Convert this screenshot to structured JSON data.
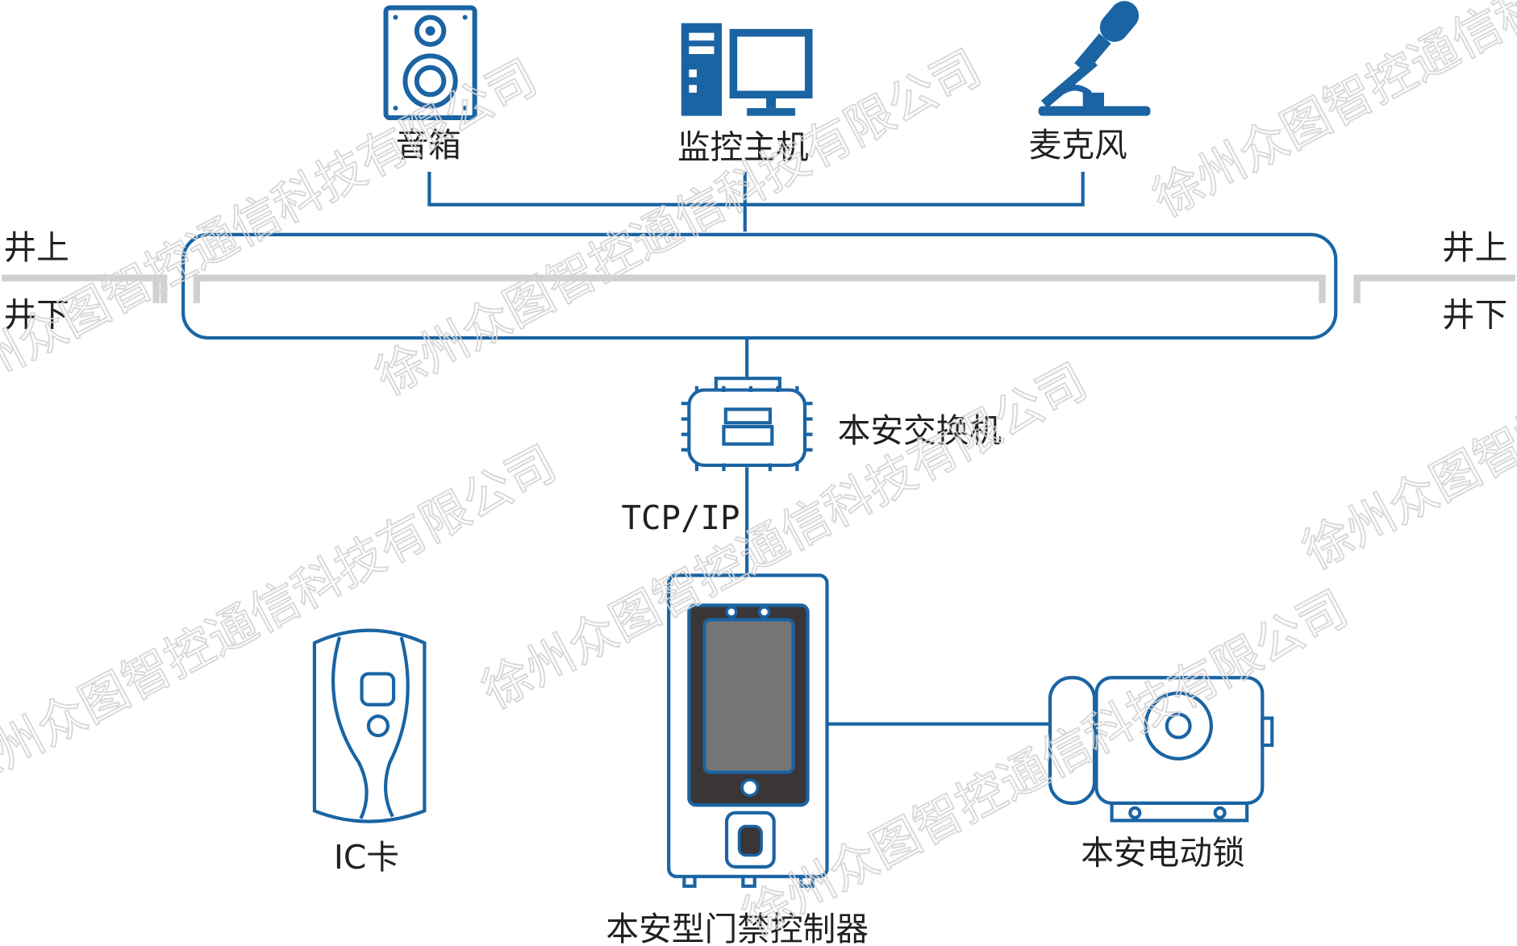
{
  "colors": {
    "line": "#1a64a3",
    "icon_fill": "#1a64a3",
    "screen": "#767676",
    "bezel": "#3a3536",
    "divider": "#d0d0d0",
    "text": "#231f20"
  },
  "devices": {
    "speaker": {
      "label": "音箱",
      "icon": "speaker-icon"
    },
    "monitor_host": {
      "label": "监控主机",
      "icon": "desktop-computer-icon"
    },
    "microphone": {
      "label": "麦克风",
      "icon": "microphone-icon"
    },
    "switch": {
      "label": "本安交换机",
      "icon": "switch-chip-icon"
    },
    "protocol": "TCP/IP",
    "controller": {
      "label": "本安型门禁控制器",
      "icon": "access-controller-icon"
    },
    "ic_card": {
      "label": "IC卡",
      "icon": "ic-card-reader-icon"
    },
    "lock": {
      "label": "本安电动锁",
      "icon": "electric-lock-icon"
    }
  },
  "zones": {
    "above_left": "井上",
    "below_left": "井下",
    "above_right": "井上",
    "below_right": "井下"
  },
  "watermark": "徐州众图智控通信科技有限公司"
}
